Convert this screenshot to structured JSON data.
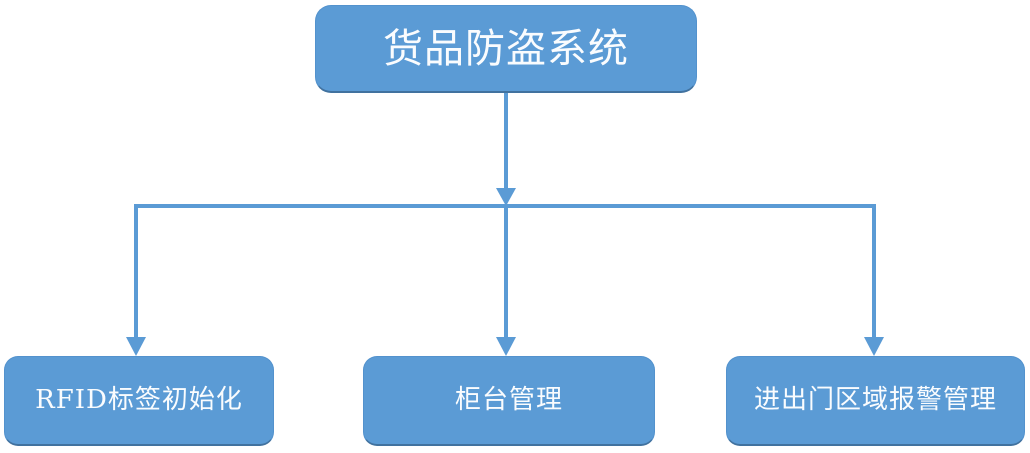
{
  "diagram": {
    "title": "货品防盗系统",
    "type": "hierarchy-tree",
    "background_color": "#FFFFFF",
    "node_fill_color": "#5B9BD5",
    "node_text_color": "#FAFCFE",
    "connector_color": "#5B9BD5",
    "root": {
      "label": "货品防盗系统",
      "name": "root-node"
    },
    "children": [
      {
        "label": "RFID标签初始化",
        "name": "leaf-node-rfid-tag-initialization"
      },
      {
        "label": "柜台管理",
        "name": "leaf-node-counter-management"
      },
      {
        "label": "进出门区域报警管理",
        "name": "leaf-node-gate-area-alarm-management"
      }
    ],
    "connectors": [
      {
        "name": "connector-root-to-bus",
        "from": "root",
        "to": "bus"
      },
      {
        "name": "connector-bus-to-leaf-0",
        "from": "bus",
        "to": "leaf-0"
      },
      {
        "name": "connector-bus-to-leaf-1",
        "from": "bus",
        "to": "leaf-1"
      },
      {
        "name": "connector-bus-to-leaf-2",
        "from": "bus",
        "to": "leaf-2"
      }
    ]
  }
}
